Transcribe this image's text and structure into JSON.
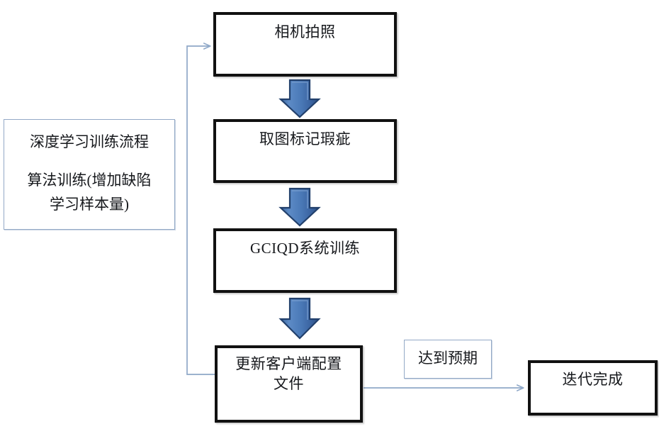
{
  "diagram": {
    "title": "深度学习训练流程",
    "type": "flowchart",
    "colors": {
      "box_border": "#111111",
      "note_border": "#93a9c6",
      "block_arrow_fill": "#4a78b8",
      "block_arrow_stroke": "#1f3b63",
      "line_arrow": "#8fa8c8",
      "background": "#ffffff"
    },
    "note_box": {
      "line1": "深度学习训练流程",
      "line2": "算法训练(增加缺陷",
      "line3": "学习样本量)"
    },
    "nodes": [
      {
        "id": "n1",
        "label": "相机拍照"
      },
      {
        "id": "n2",
        "label": "取图标记瑕疵"
      },
      {
        "id": "n3",
        "label": "GCIQD系统训练"
      },
      {
        "id": "n4",
        "label": "更新客户端配置\n文件"
      },
      {
        "id": "n5",
        "label": "迭代完成"
      }
    ],
    "edge_label": "达到预期",
    "edges": [
      {
        "from": "n1",
        "to": "n2",
        "style": "block-arrow-down"
      },
      {
        "from": "n2",
        "to": "n3",
        "style": "block-arrow-down"
      },
      {
        "from": "n3",
        "to": "n4",
        "style": "block-arrow-down"
      },
      {
        "from": "n4",
        "to": "n5",
        "style": "line-arrow-right",
        "label": "达到预期"
      },
      {
        "from": "n4",
        "to": "n1",
        "style": "line-arrow-feedback-left"
      }
    ]
  }
}
